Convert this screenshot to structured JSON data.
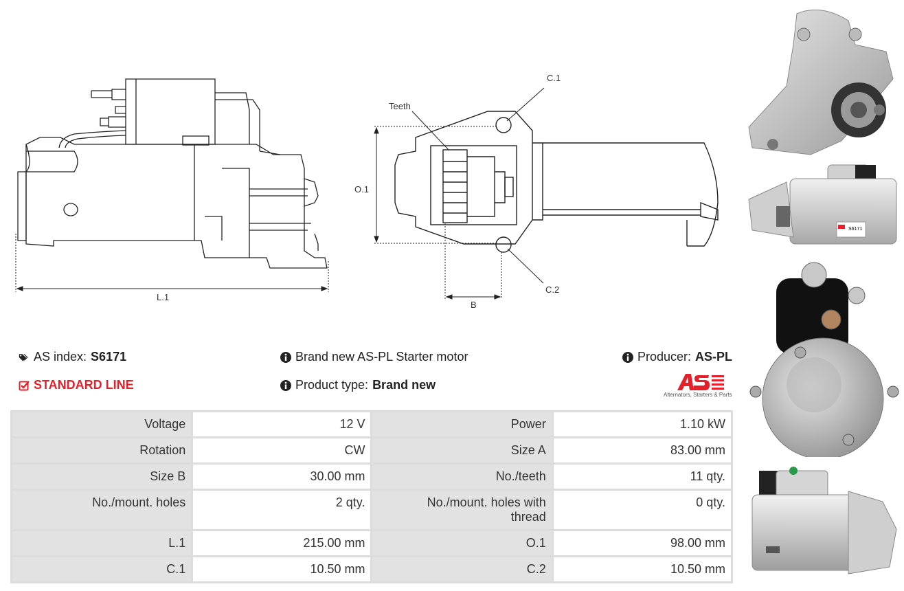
{
  "drawing": {
    "labels": {
      "l1": "L.1",
      "c1": "C.1",
      "c2": "C.2",
      "o1": "O.1",
      "b": "B",
      "teeth": "Teeth"
    }
  },
  "info": {
    "as_index_label": "AS index:",
    "as_index_value": "S6171",
    "line": "STANDARD LINE",
    "description": "Brand new AS-PL Starter motor",
    "product_type_label": "Product type:",
    "product_type_value": "Brand new",
    "producer_label": "Producer:",
    "producer_value": "AS-PL",
    "logo_tagline": "Alternators, Starters & Parts",
    "label_tag": "S6171"
  },
  "specs": [
    {
      "k1": "Voltage",
      "v1": "12 V",
      "k2": "Power",
      "v2": "1.10 kW"
    },
    {
      "k1": "Rotation",
      "v1": "CW",
      "k2": "Size A",
      "v2": "83.00 mm"
    },
    {
      "k1": "Size B",
      "v1": "30.00 mm",
      "k2": "No./teeth",
      "v2": "11 qty."
    },
    {
      "k1": "No./mount. holes",
      "v1": "2 qty.",
      "k2": "No./mount. holes with thread",
      "v2": "0 qty."
    },
    {
      "k1": "L.1",
      "v1": "215.00 mm",
      "k2": "O.1",
      "v2": "98.00 mm"
    },
    {
      "k1": "C.1",
      "v1": "10.50 mm",
      "k2": "C.2",
      "v2": "10.50 mm"
    }
  ],
  "colors": {
    "accent": "#e5202a",
    "table_key_bg": "#e2e2e2",
    "table_border": "#dcdcdc"
  }
}
